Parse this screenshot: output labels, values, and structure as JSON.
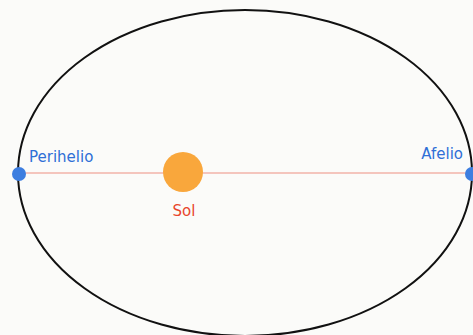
{
  "diagram": {
    "labels": [
      "Perihelio",
      "Afelio",
      "Sol"
    ]
  }
}
